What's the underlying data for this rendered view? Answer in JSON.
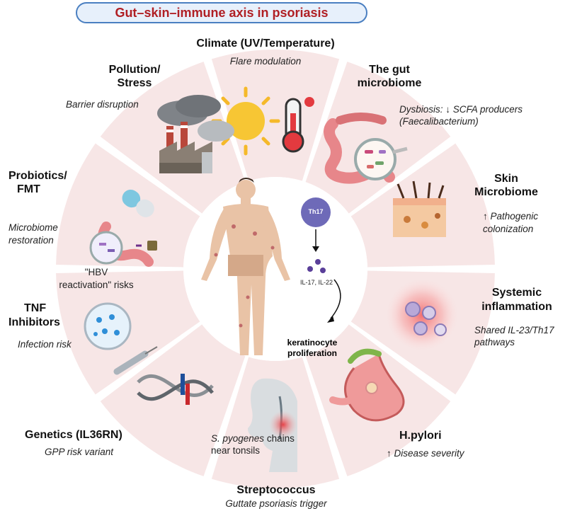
{
  "title": "Gut–skin–immune axis in psoriasis",
  "center": {
    "th17_label": "Th17",
    "cytokines": "IL-17, IL-22",
    "outcome_line1": "keratinocyte",
    "outcome_line2": "proliferation"
  },
  "segments": {
    "climate": {
      "title": "Climate (UV/Temperature)",
      "note": "Flare modulation"
    },
    "pollution": {
      "title_line1": "Pollution/",
      "title_line2": "Stress",
      "note": "Barrier disruption"
    },
    "gut": {
      "title_line1": "The gut",
      "title_line2": "microbiome",
      "note_line1": "Dysbiosis: ↓ SCFA producers",
      "note_line2": "(Faecalibacterium)"
    },
    "probiotics": {
      "title_line1": "Probiotics/",
      "title_line2": "FMT",
      "note_line1": "Microbiome",
      "note_line2": "restoration"
    },
    "skin": {
      "title_line1": "Skin",
      "title_line2": "Microbiome",
      "note_line1": "↑ Pathogenic",
      "note_line2": "colonization"
    },
    "tnf": {
      "title_line1": "TNF",
      "title_line2": "Inhibitors",
      "note": "Infection risk",
      "warning_line1": "\"HBV",
      "warning_line2": "reactivation\" risks"
    },
    "systemic": {
      "title_line1": "Systemic",
      "title_line2": "inflammation",
      "note_line1": "Shared IL-23/Th17",
      "note_line2": "pathways"
    },
    "genetics": {
      "title": "Genetics (IL36RN)",
      "note": "GPP risk variant"
    },
    "hpylori": {
      "title": "H.pylori",
      "note": "↑ Disease severity"
    },
    "strep": {
      "title": "Streptococcus",
      "note": "Guttate psoriasis trigger",
      "detail_italic": "S. pyogenes",
      "detail_rest": " chains",
      "detail_line2": "near tonsils"
    }
  },
  "colors": {
    "segment_fill": "#f7e6e6",
    "title_text": "#b01f24",
    "title_border": "#4a7fc1",
    "title_bg": "#e7f0fb",
    "th17": "#6e6ab8"
  }
}
